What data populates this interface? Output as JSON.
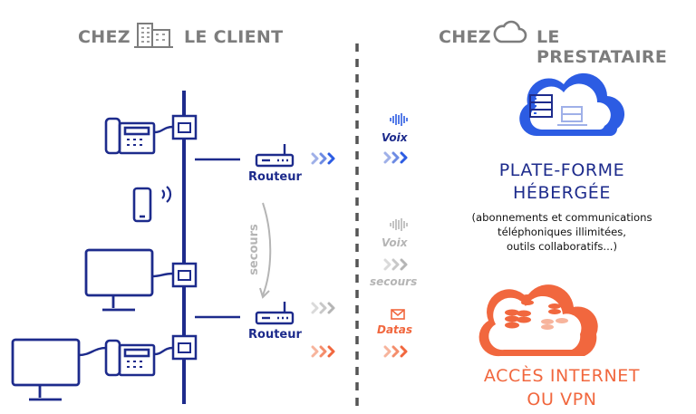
{
  "header": {
    "client_prefix": "CHEZ",
    "client_suffix": "LE CLIENT",
    "provider_prefix": "CHEZ",
    "provider_suffix": "LE PRESTATAIRE"
  },
  "client": {
    "router1_label": "Routeur",
    "router2_label": "Routeur",
    "backup_label": "secours"
  },
  "flows": {
    "voice": "Voix",
    "voice_backup": "Voix",
    "backup": "secours",
    "data": "Datas"
  },
  "provider": {
    "platform_line1": "PLATE-FORME",
    "platform_line2": "HÉBERGÉE",
    "platform_desc_1": "(abonnements et communications",
    "platform_desc_2": "téléphoniques illimitées,",
    "platform_desc_3": "outils collaboratifs...)",
    "internet_line1": "ACCÈS INTERNET",
    "internet_line2": "OU VPN"
  },
  "colors": {
    "navy": "#1d2b8c",
    "blue": "#2c5ce3",
    "light_blue": "#9fb0e8",
    "grey": "#b5b5b5",
    "orange": "#f1673e",
    "light_orange": "#f7b49c"
  }
}
